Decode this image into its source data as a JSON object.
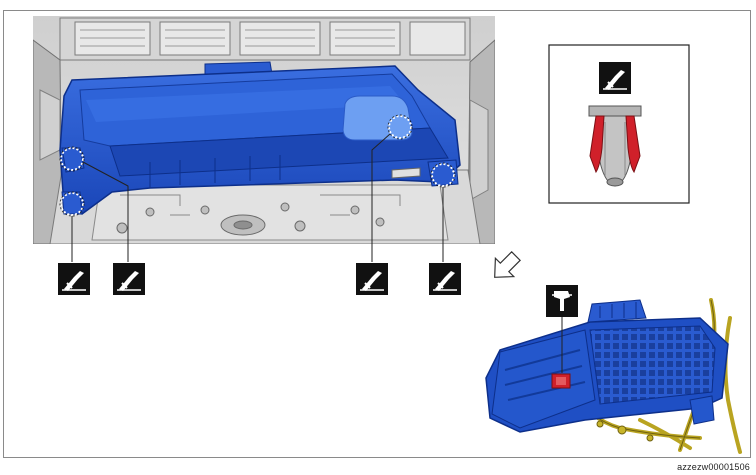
{
  "figure": {
    "reference_id": "azzezw00001506",
    "colors": {
      "part_blue": "#1f4fc4",
      "part_blue_dark": "#0d2f8a",
      "part_blue_light": "#5b8ef0",
      "highlight_red": "#d0202a",
      "wire_yellow": "#c8b52a",
      "gray_fill": "#bdbdbd",
      "gray_dark": "#6d6d6d",
      "symbol_bg": "#111111"
    },
    "icons": {
      "clip_symbol": "clip-release-icon",
      "connector_symbol": "connector-disconnect-icon",
      "direction_arrow": "arrow-down-right-icon"
    },
    "clip_callouts": 4,
    "inset": "clip-detail"
  }
}
